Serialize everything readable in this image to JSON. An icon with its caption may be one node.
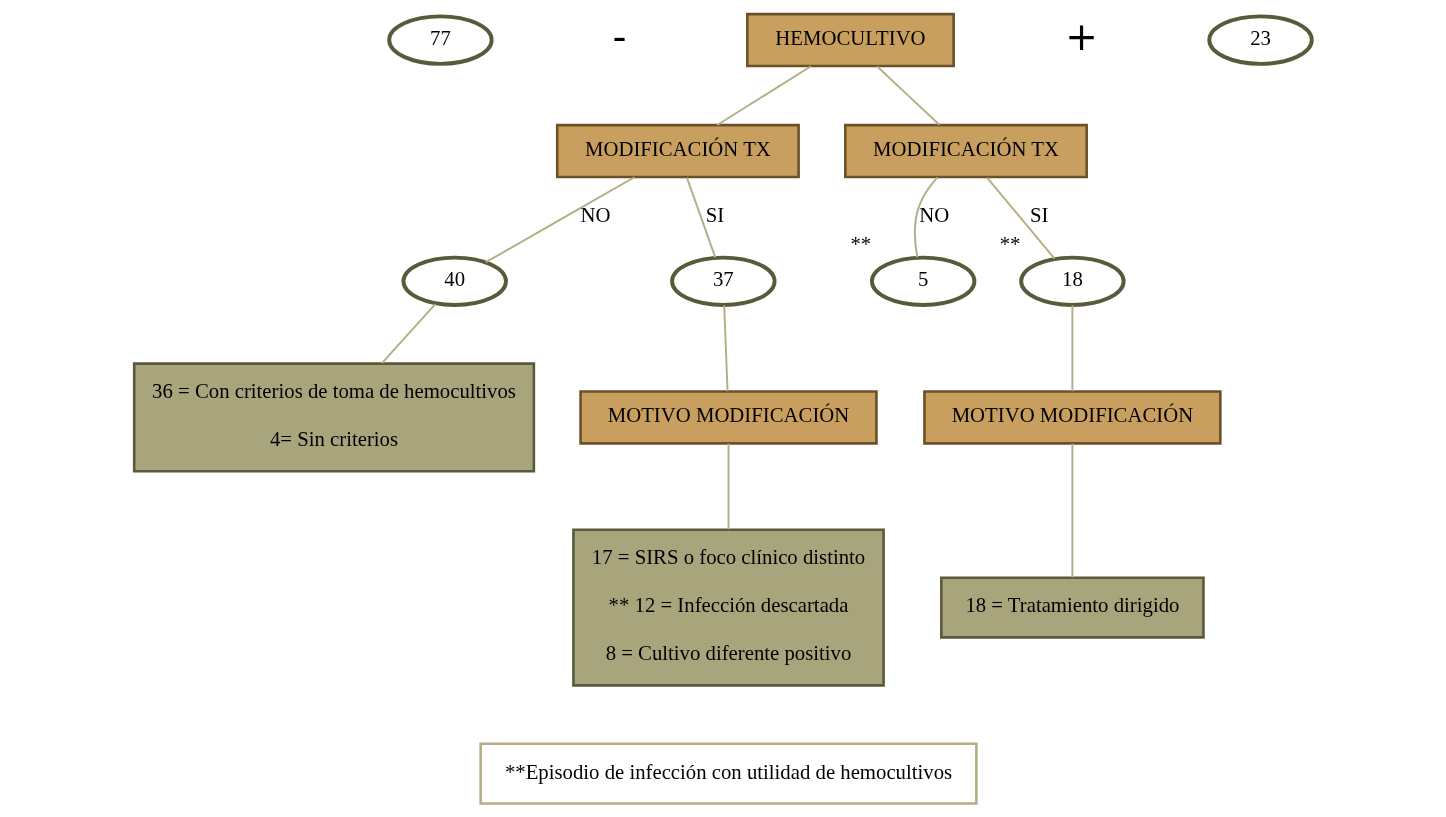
{
  "diagram": {
    "nodes": [
      {
        "text": [
          "HEMOCULTIVO"
        ]
      },
      {
        "text": [
          "77"
        ]
      },
      {
        "text": [
          "23"
        ]
      },
      {
        "text": [
          "MODIFICACIÓN TX"
        ]
      },
      {
        "text": [
          "MODIFICACIÓN TX"
        ]
      },
      {
        "text": [
          "40"
        ]
      },
      {
        "text": [
          "37"
        ]
      },
      {
        "text": [
          "5"
        ],
        "beside": [
          "**"
        ]
      },
      {
        "text": [
          "18"
        ],
        "beside": [
          "**"
        ]
      },
      {
        "text": [
          "36 = Con criterios de toma de hemocultivos",
          "4= Sin criterios"
        ]
      },
      {
        "text": [
          "MOTIVO MODIFICACIÓN"
        ]
      },
      {
        "text": [
          "17 = SIRS o foco clínico distinto",
          "** 12 = Infección descartada",
          "8 = Cultivo diferente positivo"
        ]
      },
      {
        "text": [
          "MOTIVO MODIFICACIÓN"
        ]
      },
      {
        "text": [
          "18 = Tratamiento dirigido"
        ]
      },
      {
        "text": [
          "**Episodio de infección con utilidad de hemocultivos"
        ]
      }
    ],
    "edges": [
      {
        "from": 0,
        "to": 3,
        "arrow": "none"
      },
      {
        "from": 0,
        "to": 4,
        "arrow": "none"
      },
      {
        "from": 3,
        "to": 5,
        "arrow": "none",
        "label": "NO"
      },
      {
        "from": 3,
        "to": 6,
        "arrow": "none",
        "label": "SI"
      },
      {
        "from": 4,
        "to": 7,
        "arrow": "none",
        "label": "NO"
      },
      {
        "from": 4,
        "to": 8,
        "arrow": "none",
        "label": "SI"
      },
      {
        "from": 5,
        "to": 9,
        "arrow": "none"
      },
      {
        "from": 6,
        "to": 10,
        "arrow": "none"
      },
      {
        "from": 10,
        "to": 11,
        "arrow": "none"
      },
      {
        "from": 8,
        "to": 12,
        "arrow": "none"
      },
      {
        "from": 12,
        "to": 13,
        "arrow": "none"
      }
    ],
    "labels": [
      "-",
      "+"
    ]
  }
}
